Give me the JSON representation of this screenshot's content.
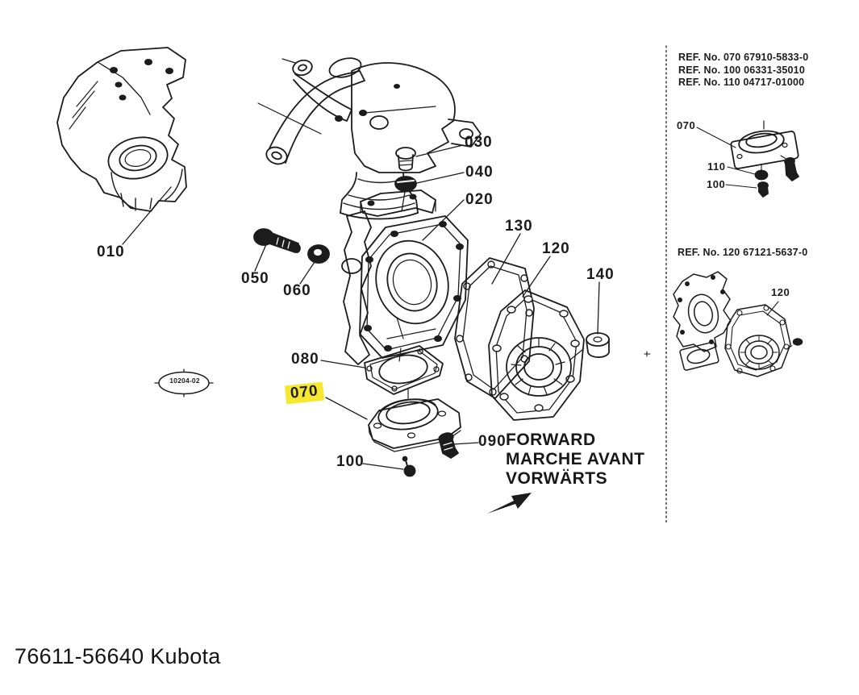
{
  "footer": {
    "text": "76611-56640 Kubota"
  },
  "stamp": {
    "text": "10204-02"
  },
  "direction": {
    "forward": "FORWARD",
    "marche_avant": "MARCHE AVANT",
    "vorwarts": "VORWÄRTS"
  },
  "callouts": {
    "c010": "010",
    "c020": "020",
    "c030": "030",
    "c040": "040",
    "c050": "050",
    "c060": "060",
    "c070": "070",
    "c080": "080",
    "c090": "090",
    "c100": "100",
    "c120": "120",
    "c130": "130",
    "c140": "140"
  },
  "highlighted_callout": "070",
  "sidebar": {
    "refs_top": [
      "REF. No. 070 67910-5833-0",
      "REF. No. 100 06331-35010",
      "REF. No. 110 04717-01000"
    ],
    "refs_bottom": [
      "REF. No. 120 67121-5637-0"
    ],
    "callouts": {
      "c070": "070",
      "c110": "110",
      "c100": "100",
      "c120": "120"
    }
  },
  "colors": {
    "highlight_yellow": "#f6e82e",
    "ink": "#1c1c1c",
    "paper": "#ffffff"
  }
}
